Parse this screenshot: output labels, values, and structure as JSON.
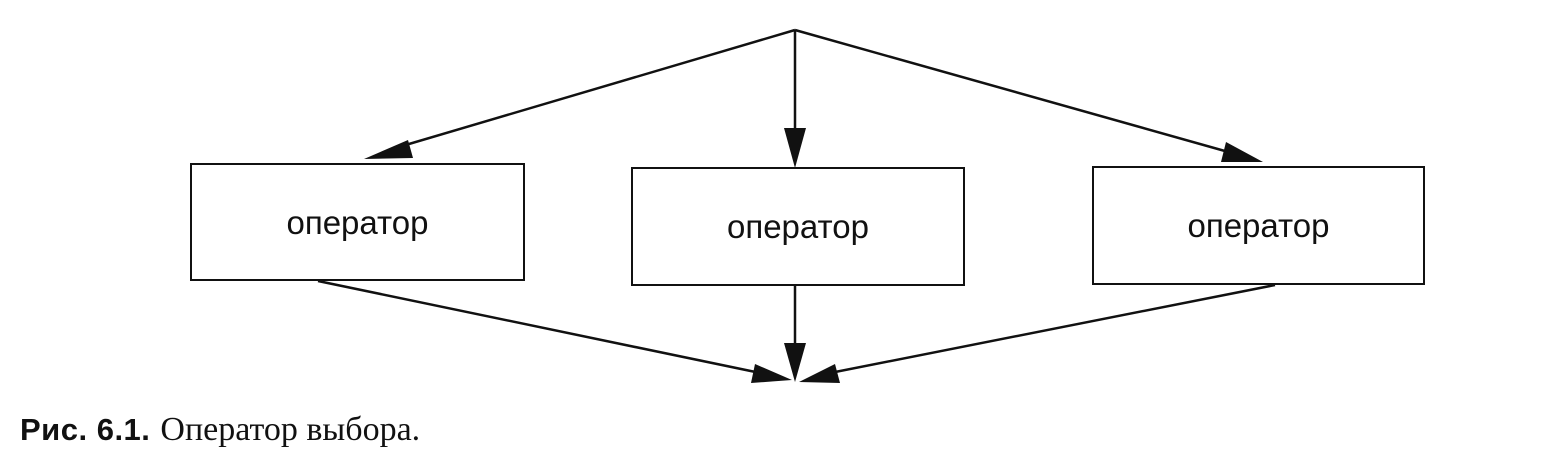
{
  "diagram": {
    "boxes": [
      {
        "label": "оператор"
      },
      {
        "label": "оператор"
      },
      {
        "label": "оператор"
      }
    ]
  },
  "caption": {
    "label": "Рис. 6.1.",
    "text": "Оператор выбора."
  },
  "colors": {
    "ink": "#111111",
    "background": "#ffffff"
  }
}
